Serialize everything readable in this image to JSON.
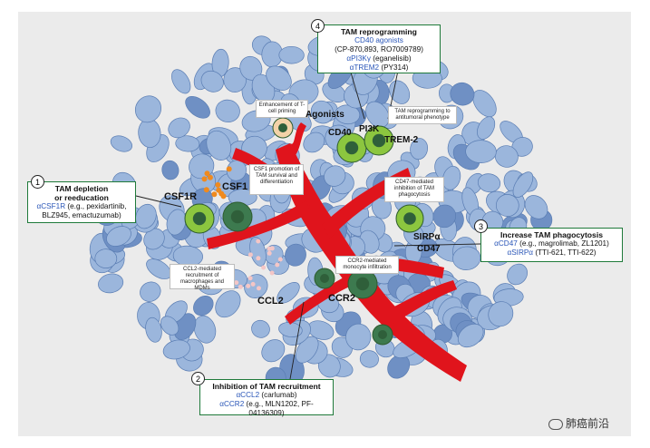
{
  "boxes": {
    "b4": {
      "title": "TAM reprogramming",
      "l1": "CD40 agonists",
      "l2": "(CP-870,893, RO7009789)",
      "l3a": "αPI3Kγ",
      "l3b": " (eganelisib)",
      "l4a": "αTREM2",
      "l4b": " (PY314)"
    },
    "b1": {
      "title1": "TAM depletion",
      "title2": "or reeducation",
      "l1a": "αCSF1R",
      "l1b": " (e.g., pexidartinib,",
      "l2": "BLZ945, emactuzumab)"
    },
    "b3": {
      "title": "Increase TAM phagocytosis",
      "l1a": "αCD47",
      "l1b": " (e.g., magrolimab, ZL1201)",
      "l2a": "αSIRPα",
      "l2b": " (TTI-621, TTI-622)"
    },
    "b2": {
      "title": "Inhibition of  TAM recruitment",
      "l1a": "αCCL2",
      "l1b": " (carlumab)",
      "l2a": "αCCR2",
      "l2b": " (e.g., MLN1202, PF-04136309)"
    }
  },
  "numbers": {
    "n1": "1",
    "n2": "2",
    "n3": "3",
    "n4": "4"
  },
  "notes": {
    "tcell": "Enhancement of T-cell priming",
    "antitumoral": "TAM reprogramming to antitumoral phenotype",
    "csf1": "CSF1 promotion of TAM survival and differentiation",
    "cd47": "CD47-mediated inhibition of TAM phagocytosis",
    "ccl2": "CCL2-mediated recruitment of macrophages and MDMs",
    "ccr2": "CCR2-mediated monocyte infiltration"
  },
  "labels": {
    "agonists": "Agonists",
    "cd40": "CD40",
    "pi3k": "PI3K",
    "trem2": "TREM-2",
    "csf1r": "CSF1R",
    "csf1": "CSF1",
    "sirpa": "SIRPα",
    "cd47": "CD47",
    "ccl2": "CCL2",
    "ccr2": "CCR2"
  },
  "watermark": "肺癌前沿",
  "colors": {
    "tumor": "#9bb6dc",
    "vessel": "#e0141c",
    "frame": "#1f7a3a",
    "tam": "#8cc63f",
    "mac": "#3d7a4f"
  }
}
